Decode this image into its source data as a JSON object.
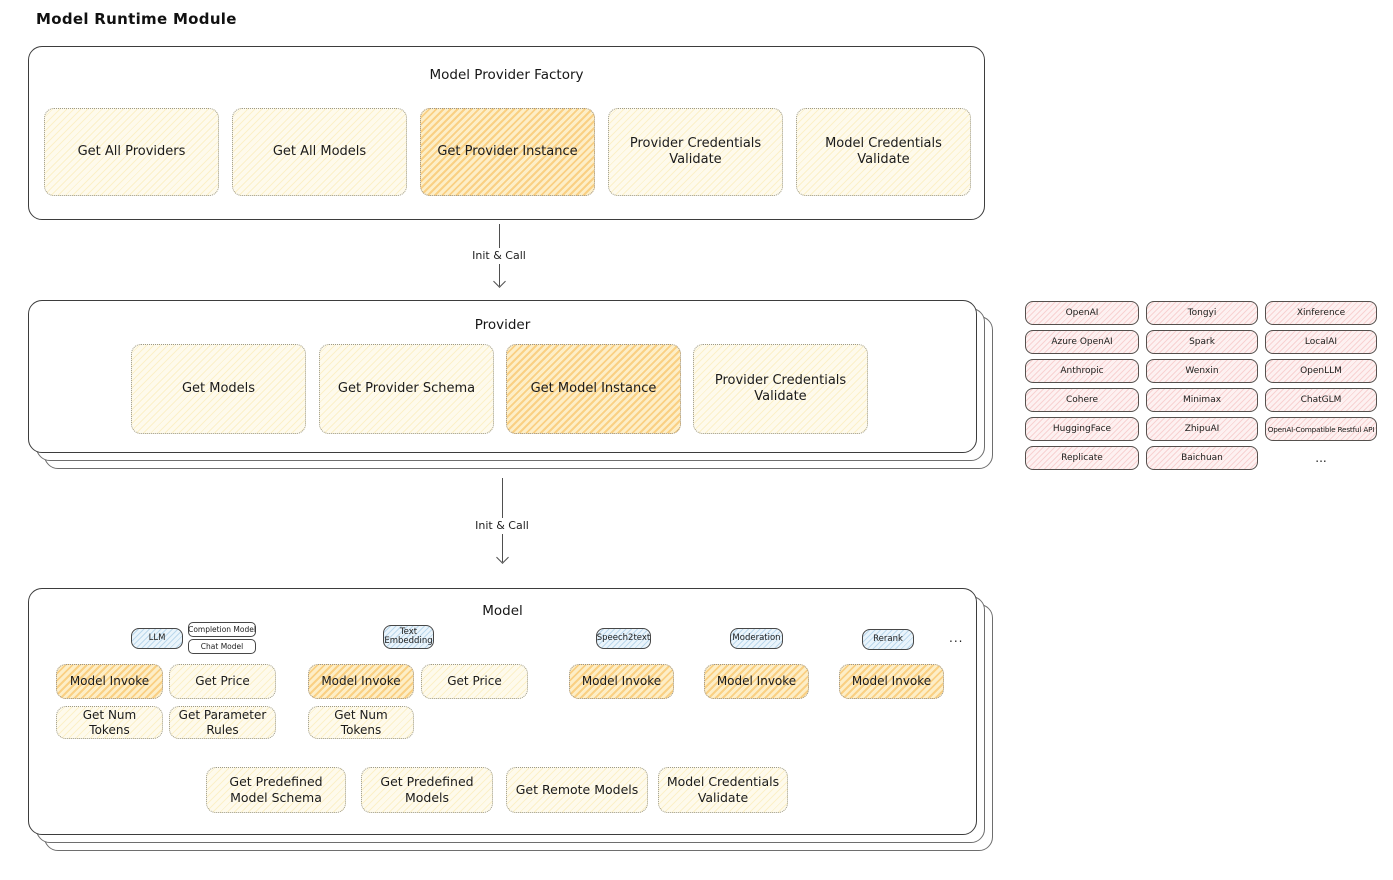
{
  "page": {
    "title": "Model Runtime Module"
  },
  "arrow_label": "Init & Call",
  "factory": {
    "title": "Model Provider Factory",
    "boxes": [
      {
        "label": "Get All Providers",
        "highlighted": false
      },
      {
        "label": "Get All Models",
        "highlighted": false
      },
      {
        "label": "Get Provider Instance",
        "highlighted": true
      },
      {
        "label": "Provider Credentials Validate",
        "highlighted": false
      },
      {
        "label": "Model Credentials Validate",
        "highlighted": false
      }
    ]
  },
  "provider": {
    "title": "Provider",
    "boxes": [
      {
        "label": "Get Models",
        "highlighted": false
      },
      {
        "label": "Get Provider Schema",
        "highlighted": false
      },
      {
        "label": "Get Model Instance",
        "highlighted": true
      },
      {
        "label": "Provider Credentials Validate",
        "highlighted": false
      }
    ]
  },
  "providers": {
    "items": [
      "OpenAI",
      "Tongyi",
      "Xinference",
      "Azure OpenAI",
      "Spark",
      "LocalAI",
      "Anthropic",
      "Wenxin",
      "OpenLLM",
      "Cohere",
      "Minimax",
      "ChatGLM",
      "HuggingFace",
      "ZhipuAI",
      "OpenAI-Compatible Restful API",
      "Replicate",
      "Baichuan"
    ],
    "more": "..."
  },
  "model": {
    "title": "Model",
    "types": {
      "llm": "LLM",
      "completion_model": "Completion Model",
      "chat_model": "Chat Model",
      "text_embedding": "Text Embedding",
      "speech2text": "Speech2text",
      "moderation": "Moderation",
      "rerank": "Rerank",
      "more": "..."
    },
    "functions": {
      "model_invoke": "Model Invoke",
      "get_price": "Get Price",
      "get_num_tokens": "Get Num Tokens",
      "get_parameter_rules": "Get Parameter Rules"
    },
    "shared": [
      {
        "label": "Get Predefined Model Schema"
      },
      {
        "label": "Get Predefined Models"
      },
      {
        "label": "Get Remote Models"
      },
      {
        "label": "Model Credentials Validate"
      }
    ]
  },
  "colors": {
    "highlight_fill": "#f9c878",
    "default_fill": "#fdf8e4",
    "provider_fill": "#fbecec",
    "type_tag_fill": "#dcecf8",
    "panel_border": "#3d3d3d"
  }
}
